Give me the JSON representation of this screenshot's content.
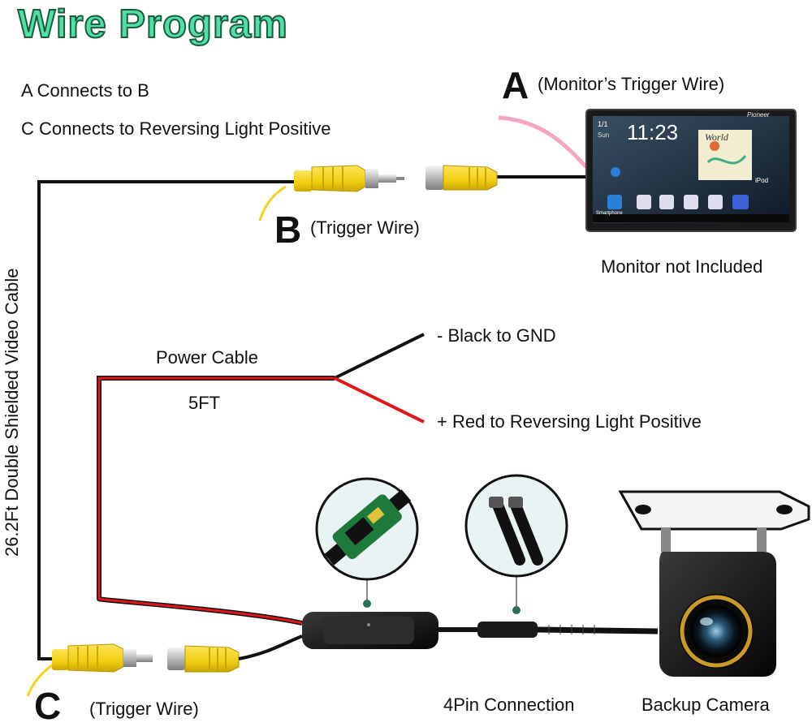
{
  "title": "Wire Program",
  "notes": {
    "line1": "A Connects to B",
    "line2": "C Connects to Reversing Light Positive"
  },
  "labels": {
    "a_letter": "A",
    "a_desc": "(Monitor’s Trigger Wire)",
    "b_letter": "B",
    "b_desc": "(Trigger Wire)",
    "c_letter": "C",
    "c_desc": "(Trigger Wire)",
    "monitor": "Monitor not Included",
    "video_cable": "26.2Ft Double Shielded Video Cable",
    "power_cable": "Power Cable",
    "power_length": "5FT",
    "black_wire": "- Black to GND",
    "red_wire": "+ Red to Reversing Light Positive",
    "connection_4pin": "4Pin Connection",
    "camera": "Backup Camera"
  },
  "monitor_screen": {
    "date": "1/1",
    "day": "Sun",
    "time": "11:23",
    "brand": "Pioneer",
    "album": "World",
    "source": "iPod",
    "app_label": "Smartphone"
  },
  "colors": {
    "title_fill": "#4fe0a6",
    "rca_yellow": "#f2d21a",
    "power_red": "#e0161a",
    "trigger_pink": "#f4a6c4",
    "lens_gold": "#c99a27"
  }
}
